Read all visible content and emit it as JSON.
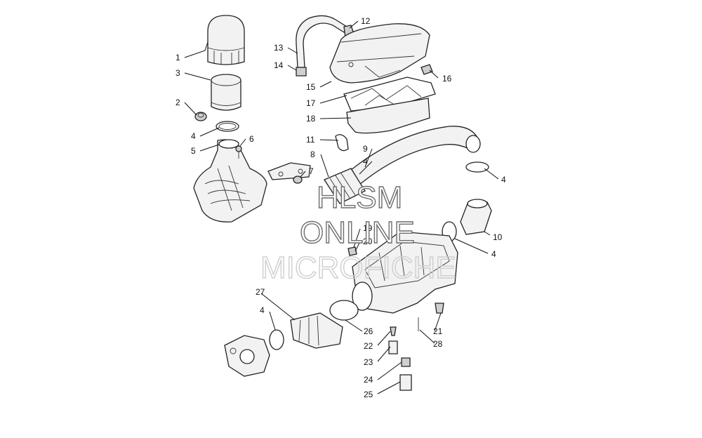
{
  "diagram": {
    "callouts": [
      "1",
      "2",
      "3",
      "4",
      "5",
      "6",
      "7",
      "8",
      "9",
      "10",
      "11",
      "12",
      "13",
      "14",
      "15",
      "16",
      "17",
      "18",
      "19",
      "20",
      "21",
      "22",
      "23",
      "24",
      "25",
      "26",
      "27",
      "28"
    ],
    "callout_4_repeat": "4"
  },
  "watermark": {
    "line1": "HLSM",
    "line2": "ONLINE",
    "line3": "MICROFICHE"
  }
}
